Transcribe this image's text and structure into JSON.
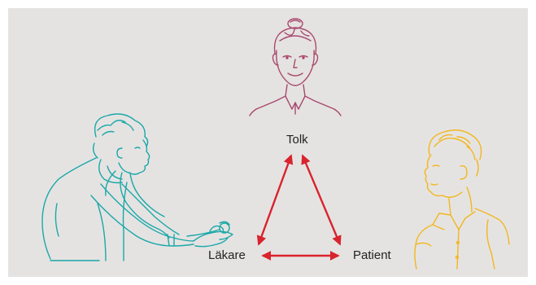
{
  "labels": {
    "interpreter": "Tolk",
    "doctor": "Läkare",
    "patient": "Patient"
  },
  "colors": {
    "background": "#e5e3e2",
    "arrow": "#d9232d",
    "interpreter_figure": "#a8496e",
    "doctor_figure": "#1aa8a8",
    "patient_figure": "#f2b71f"
  },
  "icons": {
    "interpreter": "woman-portrait-illustration",
    "doctor": "doctor-with-stethoscope-illustration",
    "patient": "young-man-portrait-illustration"
  }
}
